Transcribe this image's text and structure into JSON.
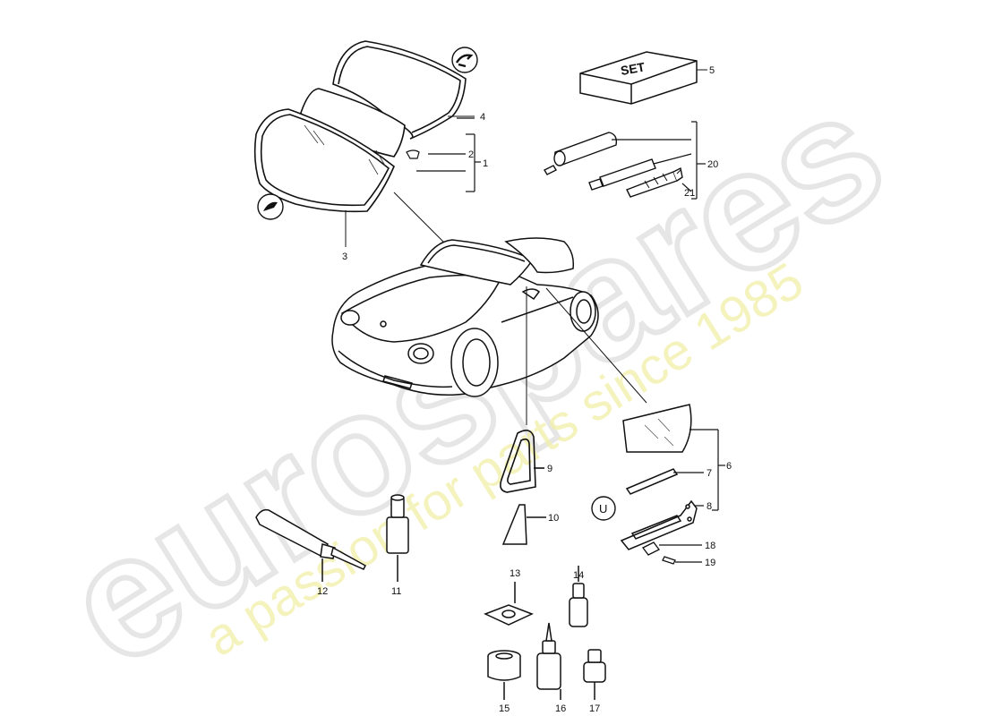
{
  "watermark": {
    "brand": "eurospares",
    "tagline": "a passion for parts since 1985",
    "brand_color": "#dcdcdc",
    "tagline_color": "#f2f0a8"
  },
  "box_text": "SET",
  "callouts": [
    "1",
    "2",
    "3",
    "4",
    "5",
    "6",
    "7",
    "8",
    "9",
    "10",
    "11",
    "12",
    "13",
    "14",
    "15",
    "16",
    "17",
    "18",
    "19",
    "20",
    "21"
  ],
  "circle_marker": "U",
  "icons": [
    "scissors-arrow-icon",
    "cutter-icon",
    "glass-part-icon"
  ]
}
